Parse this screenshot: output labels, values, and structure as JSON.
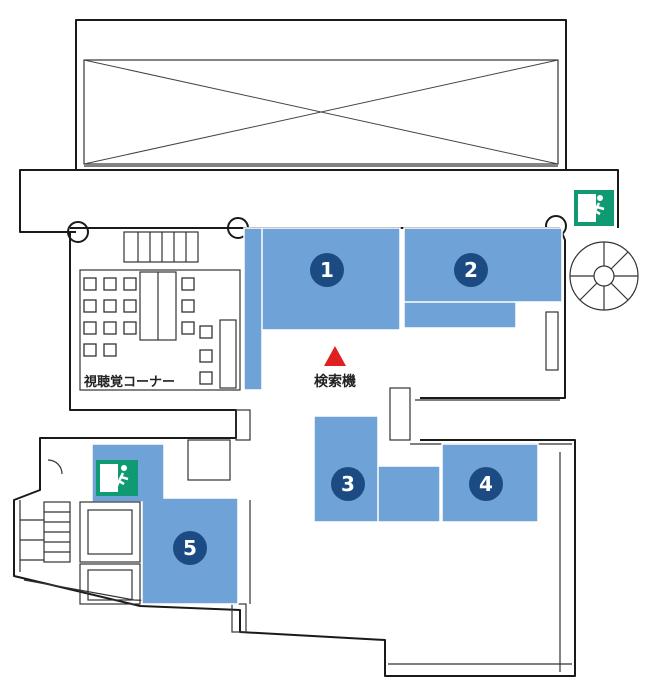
{
  "map": {
    "colors": {
      "zone": "#6fa3d8",
      "marker": "#e02020",
      "exit": "#109a74",
      "number": "#1b4b82"
    },
    "zones": [
      {
        "id": "1",
        "label": "1"
      },
      {
        "id": "2",
        "label": "2"
      },
      {
        "id": "3",
        "label": "3"
      },
      {
        "id": "4",
        "label": "4"
      },
      {
        "id": "5",
        "label": "5"
      }
    ],
    "search_terminal_label": "検索機",
    "av_corner_label": "視聴覚コーナー",
    "icons": {
      "exit": "emergency-exit-icon",
      "marker": "red-triangle-marker-icon"
    }
  }
}
